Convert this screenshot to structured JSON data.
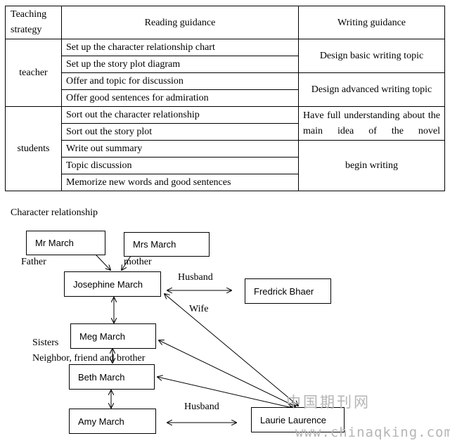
{
  "table": {
    "headers": [
      "Teaching strategy",
      "Reading guidance",
      "Writing guidance"
    ],
    "teacher": {
      "label": "teacher",
      "reading": [
        "Set up the character relationship chart",
        "Set up the story plot diagram",
        "Offer and topic for discussion",
        "Offer good sentences for admiration"
      ],
      "writing": [
        "Design basic writing topic",
        "Design advanced writing topic"
      ]
    },
    "students": {
      "label": "students",
      "reading": [
        "Sort out the character relationship",
        "Sort out the story plot",
        "Write out summary",
        "Topic discussion",
        "Memorize new words and good sentences"
      ],
      "writing": [
        "Have full understanding about the main idea of the novel",
        "begin writing"
      ]
    }
  },
  "diagram": {
    "title": "Character relationship",
    "nodes": {
      "mr_march": "Mr March",
      "mrs_march": "Mrs March",
      "josephine": "Josephine March",
      "fredrick": "Fredrick Bhaer",
      "meg": "Meg March",
      "beth": "Beth March",
      "amy": "Amy March",
      "laurie": "Laurie Laurence"
    },
    "labels": {
      "father": "Father",
      "mother": "mother",
      "husband_top": "Husband",
      "wife": "Wife",
      "sisters": "Sisters",
      "neighbor": "Neighbor, friend and brother",
      "husband_bottom": "Husband"
    }
  },
  "watermark": {
    "cn": "中国期刊网",
    "url": "www.chinaqking.com"
  }
}
